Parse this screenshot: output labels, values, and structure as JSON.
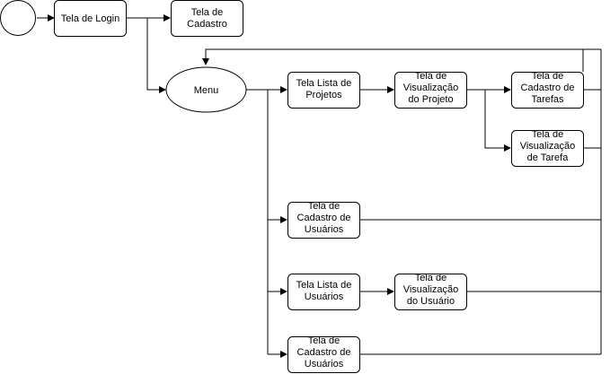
{
  "diagram": {
    "start": "",
    "login": [
      "Tela de Login"
    ],
    "cadastro": [
      "Tela de",
      "Cadastro"
    ],
    "menu": [
      "Menu"
    ],
    "lista_projetos": [
      "Tela Lista de",
      "Projetos"
    ],
    "visualizacao_projeto": [
      "Tela de",
      "Visualização",
      "do Projeto"
    ],
    "cadastro_tarefas": [
      "Tela de",
      "Cadastro de",
      "Tarefas"
    ],
    "visualizacao_tarefa": [
      "Tela de",
      "Visualização",
      "de Tarefa"
    ],
    "cadastro_usuarios_1": [
      "Tela de",
      "Cadastro de",
      "Usuários"
    ],
    "lista_usuarios": [
      "Tela Lista de",
      "Usuários"
    ],
    "visualizacao_usuario": [
      "Tela de",
      "Visualização",
      "do Usuário"
    ],
    "cadastro_usuarios_2": [
      "Tela de",
      "Cadastro de",
      "Usuários"
    ]
  }
}
